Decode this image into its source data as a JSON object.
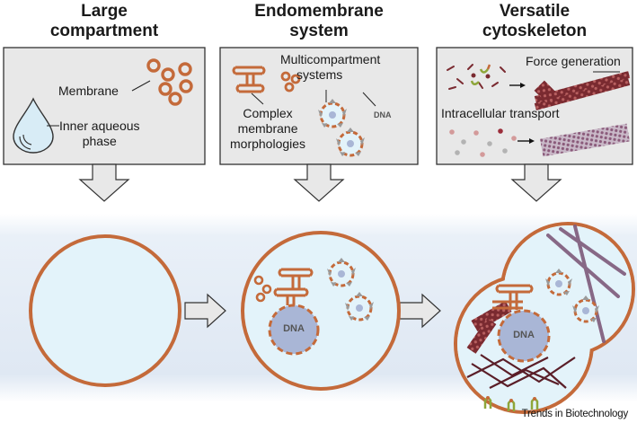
{
  "columns": [
    {
      "title_line1": "Large",
      "title_line2": "compartment"
    },
    {
      "title_line1": "Endomembrane",
      "title_line2": "system"
    },
    {
      "title_line1": "Versatile",
      "title_line2": "cytoskeleton"
    }
  ],
  "panel1": {
    "membrane_label": "Membrane",
    "inner_line1": "Inner aqueous",
    "inner_line2": "phase"
  },
  "panel2": {
    "multi_line1": "Multicompartment",
    "multi_line2": "systems",
    "complex_line1": "Complex",
    "complex_line2": "membrane",
    "complex_line3": "morphologies",
    "dna_label": "DNA"
  },
  "panel3": {
    "force_label": "Force generation",
    "transport_label": "Intracellular transport"
  },
  "cells": {
    "dna_label_middle": "DNA",
    "dna_label_right": "DNA"
  },
  "footer": "Trends in Biotechnology",
  "colors": {
    "membrane": "#c46a3a",
    "panel_bg": "#e8e8e8",
    "cell_fill": "#e3f3fa",
    "band": "#e6eef7",
    "dna": "#a9b6d6",
    "vesicle_protein": "#9a9a9a",
    "filament": "#5a1e28"
  }
}
